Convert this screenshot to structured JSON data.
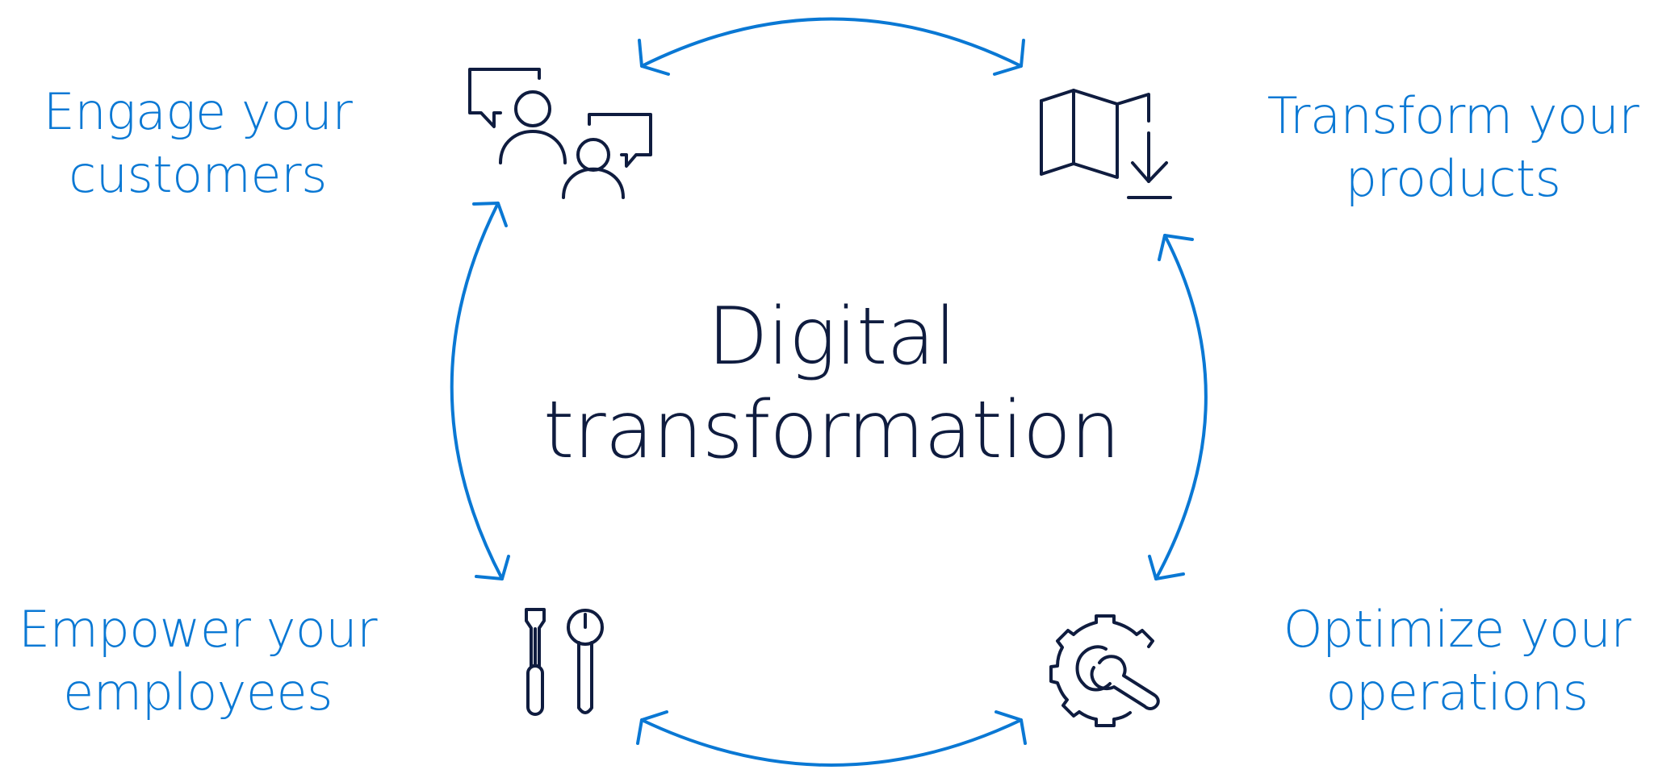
{
  "center": {
    "line1": "Digital",
    "line2": "transformation"
  },
  "quadrants": {
    "engage": {
      "line1": "Engage your",
      "line2": "customers",
      "icon": "customers-chat-icon"
    },
    "transform": {
      "line1": "Transform your",
      "line2": "products",
      "icon": "map-download-icon"
    },
    "empower": {
      "line1": "Empower your",
      "line2": "employees",
      "icon": "tools-icon"
    },
    "optimize": {
      "line1": "Optimize your",
      "line2": "operations",
      "icon": "gear-wrench-icon"
    }
  },
  "colors": {
    "accent": "#0a78d4",
    "icon": "#0f1c3f",
    "title": "#0f1c3f",
    "background": "#ffffff"
  }
}
